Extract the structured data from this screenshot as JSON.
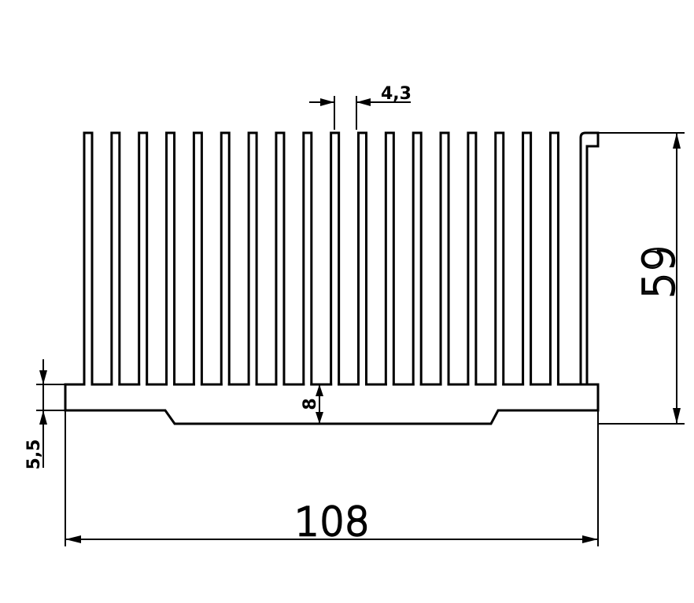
{
  "drawing": {
    "fin_count": 18,
    "dimensions": {
      "overall_width": "108",
      "overall_height": "59",
      "fin_pitch": "4,3",
      "base_thickness": "8",
      "base_step": "5,5"
    }
  }
}
